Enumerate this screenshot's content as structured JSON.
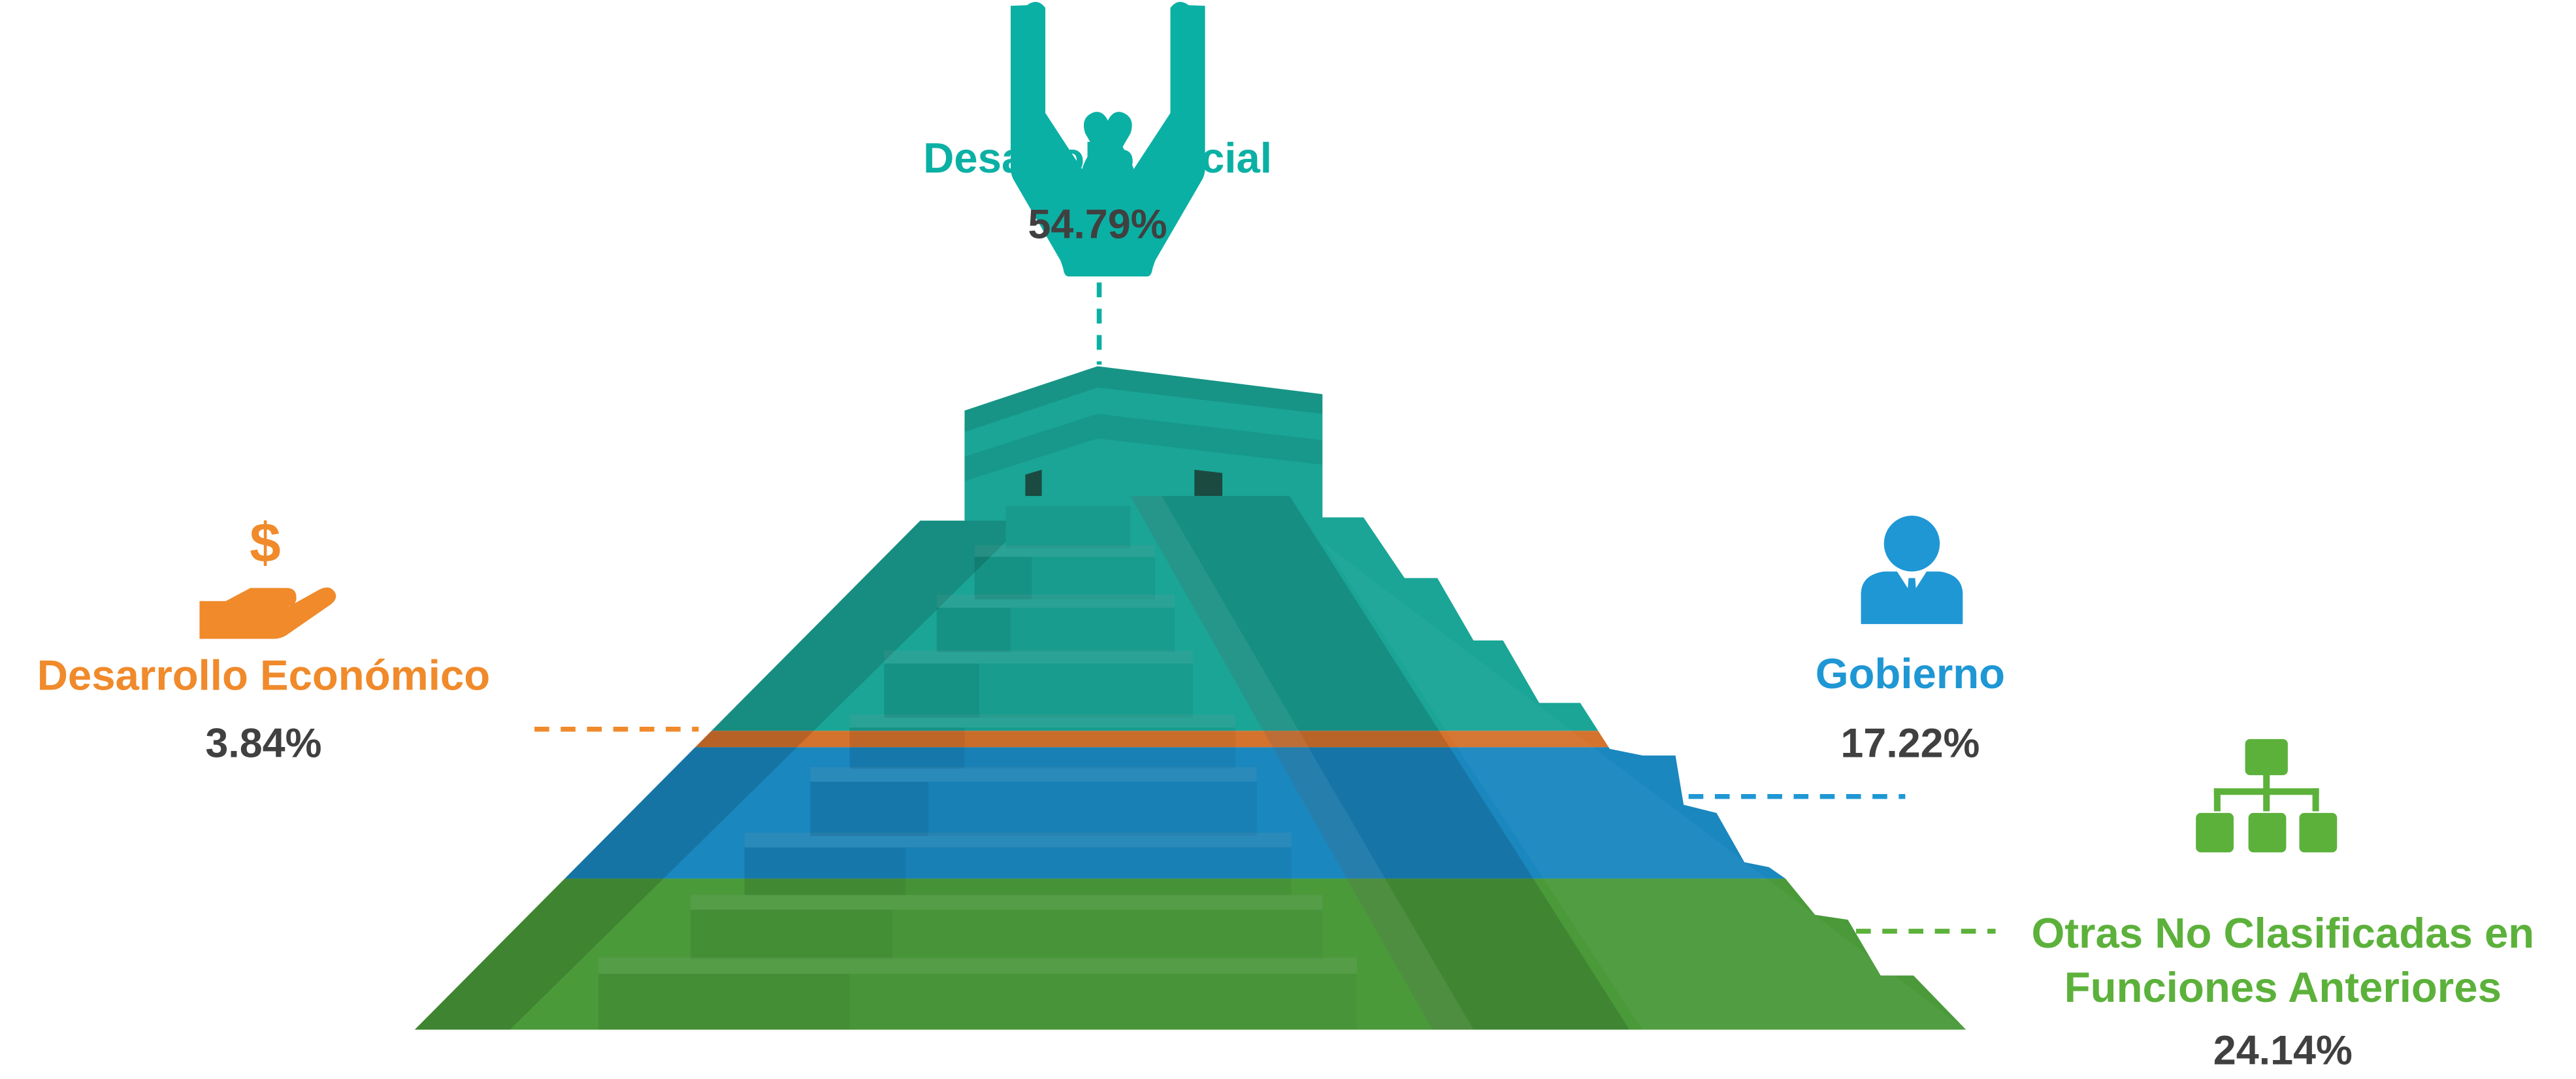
{
  "chart_data": {
    "type": "pyramid-infographic",
    "title": "",
    "categories": [
      "Desarrollo Social",
      "Desarrollo Económico",
      "Gobierno",
      "Otras No Clasificadas en Funciones Anteriores"
    ],
    "label_lines": {
      "otras_line1": "Otras No Clasificadas en",
      "otras_line2": "Funciones Anteriores"
    },
    "values": [
      54.79,
      3.84,
      17.22,
      24.14
    ],
    "value_labels": [
      "54.79%",
      "3.84%",
      "17.22%",
      "24.14%"
    ],
    "unit": "%",
    "icons": [
      "hands-icon",
      "money-hand-icon",
      "person-suit-icon",
      "org-chart-icon"
    ],
    "colors": [
      "#0bb0a4",
      "#f08a2b",
      "#1f97d4",
      "#5cb13b"
    ]
  }
}
